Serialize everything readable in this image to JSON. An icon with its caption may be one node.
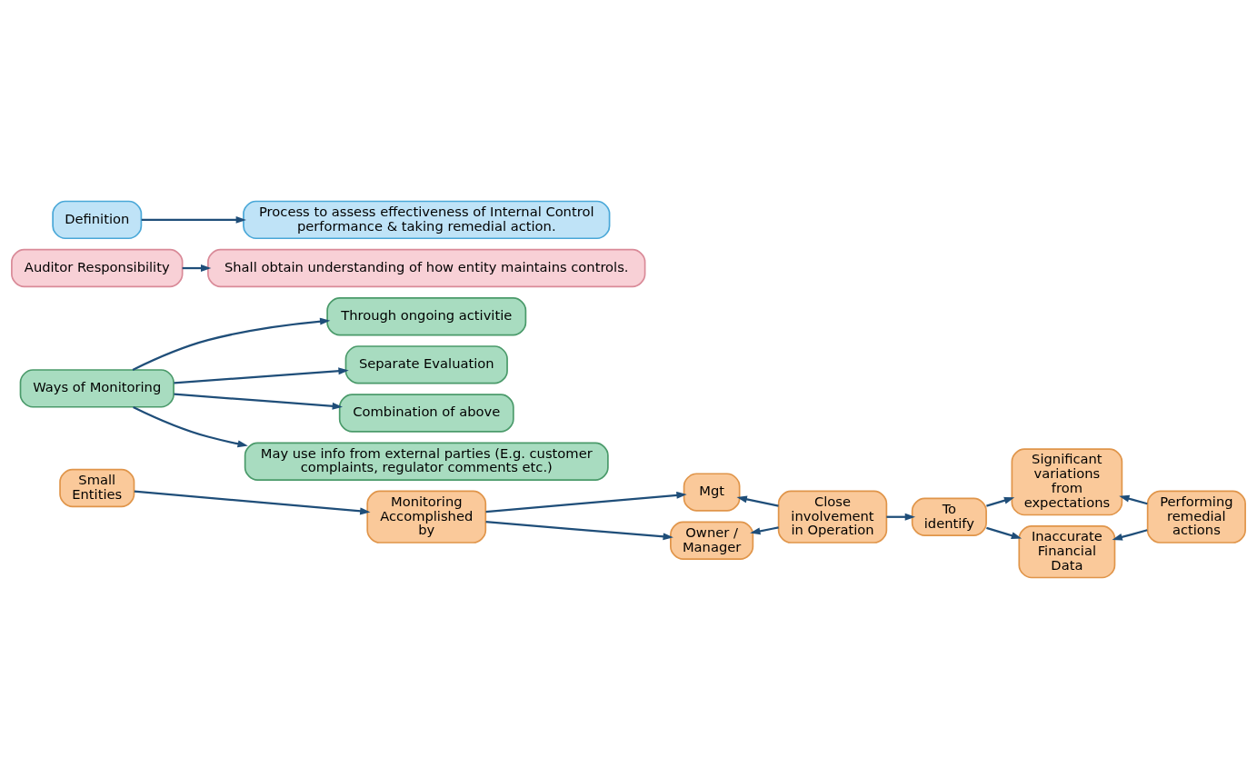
{
  "diagram": {
    "nodes": [
      {
        "text": [
          "Definition"
        ]
      },
      {
        "text": [
          "Process to assess effectiveness of Internal Control performance & taking remedial action."
        ]
      },
      {
        "text": [
          "Auditor Responsibility"
        ]
      },
      {
        "text": [
          "Shall obtain understanding of how entity maintains controls."
        ]
      },
      {
        "text": [
          "Ways of Monitoring"
        ]
      },
      {
        "text": [
          "Through ongoing activitie"
        ]
      },
      {
        "text": [
          "Separate Evaluation"
        ]
      },
      {
        "text": [
          "Combination of above"
        ]
      },
      {
        "text": [
          "May use info from external parties (E.g. customer complaints, regulator comments etc.)"
        ]
      },
      {
        "text": [
          "Small Entities"
        ]
      },
      {
        "text": [
          "Monitoring Accomplished by"
        ]
      },
      {
        "text": [
          "Mgt"
        ]
      },
      {
        "text": [
          "Owner / Manager"
        ]
      },
      {
        "text": [
          "Close involvement in Operation"
        ]
      },
      {
        "text": [
          "To identify"
        ]
      },
      {
        "text": [
          "Significant variations from expectations"
        ]
      },
      {
        "text": [
          "Inaccurate Financial Data"
        ]
      },
      {
        "text": [
          "Performing remedial actions"
        ]
      }
    ],
    "edges": [
      {
        "from": 0,
        "to": 1,
        "arrow": "to"
      },
      {
        "from": 2,
        "to": 3,
        "arrow": "to"
      },
      {
        "from": 4,
        "to": 5,
        "arrow": "to"
      },
      {
        "from": 4,
        "to": 6,
        "arrow": "to"
      },
      {
        "from": 4,
        "to": 7,
        "arrow": "to"
      },
      {
        "from": 4,
        "to": 8,
        "arrow": "to"
      },
      {
        "from": 9,
        "to": 10,
        "arrow": "to"
      },
      {
        "from": 10,
        "to": 11,
        "arrow": "to"
      },
      {
        "from": 10,
        "to": 12,
        "arrow": "to"
      },
      {
        "from": 13,
        "to": 11,
        "arrow": "to"
      },
      {
        "from": 13,
        "to": 12,
        "arrow": "to"
      },
      {
        "from": 13,
        "to": 14,
        "arrow": "to"
      },
      {
        "from": 14,
        "to": 15,
        "arrow": "to"
      },
      {
        "from": 14,
        "to": 16,
        "arrow": "to"
      },
      {
        "from": 17,
        "to": 15,
        "arrow": "to"
      },
      {
        "from": 17,
        "to": 16,
        "arrow": "to"
      }
    ]
  }
}
